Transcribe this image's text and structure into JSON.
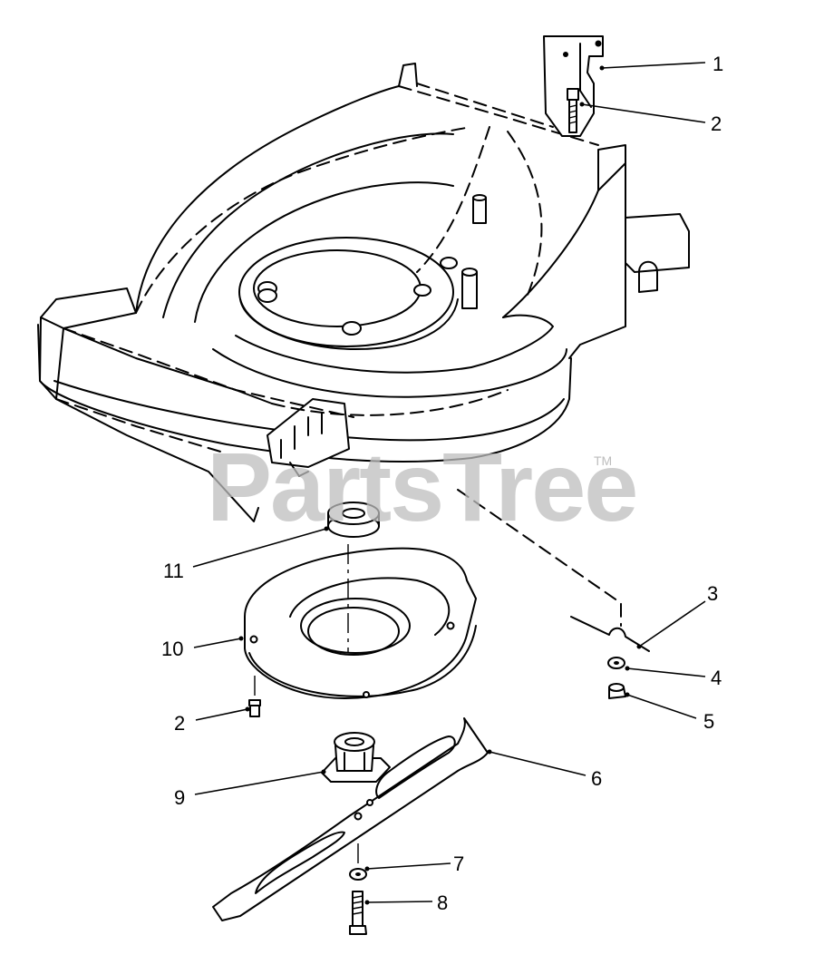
{
  "watermark": {
    "text": "PartsTree",
    "trademark": "TM"
  },
  "callouts": [
    {
      "id": "c1",
      "label": "1"
    },
    {
      "id": "c2a",
      "label": "2"
    },
    {
      "id": "c3",
      "label": "3"
    },
    {
      "id": "c4",
      "label": "4"
    },
    {
      "id": "c5",
      "label": "5"
    },
    {
      "id": "c6",
      "label": "6"
    },
    {
      "id": "c7",
      "label": "7"
    },
    {
      "id": "c8",
      "label": "8"
    },
    {
      "id": "c9",
      "label": "9"
    },
    {
      "id": "c10",
      "label": "10"
    },
    {
      "id": "c2b",
      "label": "2"
    },
    {
      "id": "c11",
      "label": "11"
    }
  ]
}
